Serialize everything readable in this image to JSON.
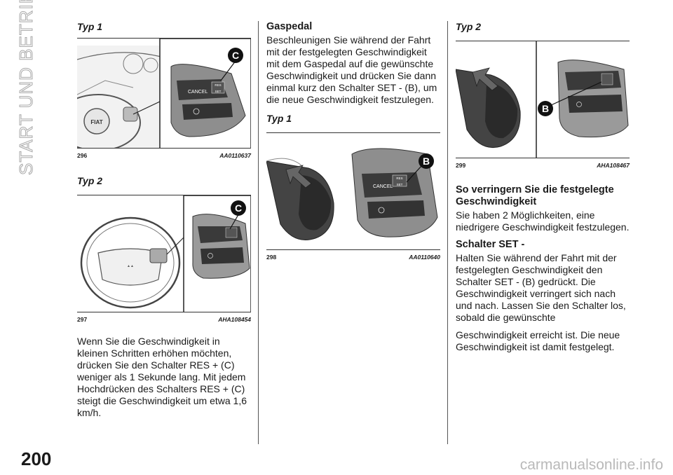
{
  "page": {
    "section_title": "START UND BETRIEB",
    "page_number": "200",
    "watermark": "carmanualsonline.info"
  },
  "column1": {
    "typ1_label": "Typ 1",
    "fig296": {
      "number": "296",
      "code": "AA0110637",
      "callout": "C",
      "btn_cancel": "CANCEL",
      "btn_set": "SET",
      "btn_res": "RES"
    },
    "typ2_label": "Typ 2",
    "fig297": {
      "number": "297",
      "code": "AHA108454",
      "callout": "C"
    },
    "paragraph": "Wenn Sie die Geschwindigkeit in kleinen Schritten erhöhen möchten, drücken Sie den Schalter RES + (C) weniger als 1 Sekunde lang. Mit jedem Hochdrücken des Schalters RES + (C) steigt die Geschwindigkeit um etwa 1,6 km/h."
  },
  "column2": {
    "heading": "Gaspedal",
    "paragraph": "Beschleunigen Sie während der Fahrt mit der festgelegten Geschwindigkeit mit dem Gaspedal auf die gewünschte Geschwindigkeit und drücken Sie dann einmal kurz den Schalter SET - (B), um die neue Geschwindigkeit festzulegen.",
    "typ1_label": "Typ 1",
    "fig298": {
      "number": "298",
      "code": "AA0110640",
      "callout": "B",
      "btn_cancel": "CANCEL",
      "btn_set": "SET",
      "btn_res": "RES"
    }
  },
  "column3": {
    "typ2_label": "Typ 2",
    "fig299": {
      "number": "299",
      "code": "AHA108467",
      "callout": "B"
    },
    "heading": "So verringern Sie die festgelegte Geschwindigkeit",
    "para1": "Sie haben 2 Möglichkeiten, eine niedrigere Geschwindigkeit festzulegen.",
    "subheading": "Schalter SET -",
    "para2": "Halten Sie während der Fahrt mit der festgelegten Geschwindigkeit den Schalter SET - (B) gedrückt. Die Geschwindigkeit verringert sich nach und nach. Lassen Sie den Schalter los, sobald die gewünschte",
    "para3": "Geschwindigkeit erreicht ist. Die neue Geschwindigkeit ist damit festgelegt."
  }
}
